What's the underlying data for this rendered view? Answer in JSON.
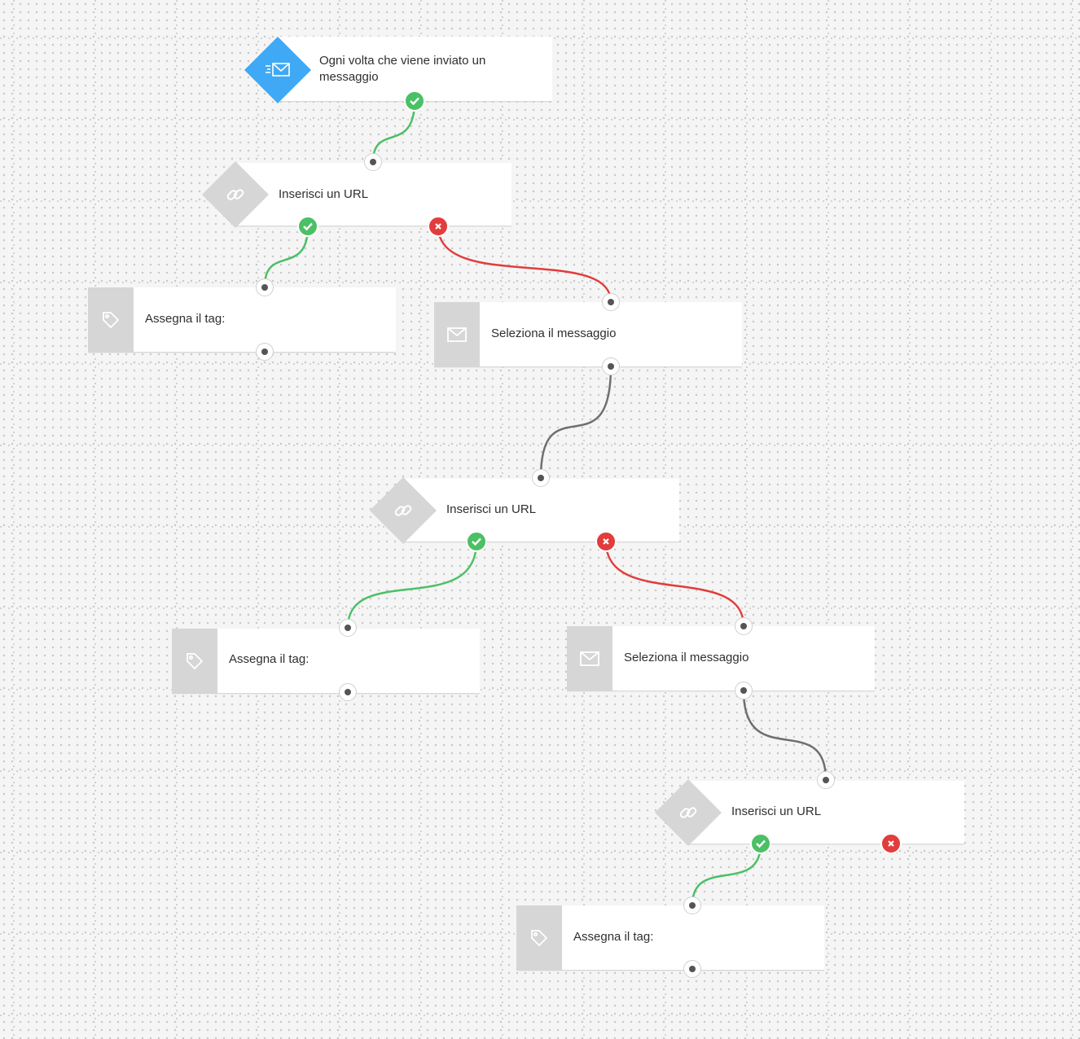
{
  "colors": {
    "trigger": "#3fa9f5",
    "action_icon_bg": "#d6d6d6",
    "success": "#4bc065",
    "failure": "#e23c3c",
    "neutral_wire": "#6f6f6f"
  },
  "nodes": {
    "trigger": {
      "label": "Ogni volta che viene inviato un messaggio",
      "icon": "send-mail-icon"
    },
    "url_1": {
      "label": "Inserisci un URL",
      "icon": "link-icon"
    },
    "tag_1": {
      "label": "Assegna il tag:",
      "icon": "tag-icon"
    },
    "message_1": {
      "label": "Seleziona il messaggio",
      "icon": "envelope-icon"
    },
    "url_2": {
      "label": "Inserisci un URL",
      "icon": "link-icon"
    },
    "tag_2": {
      "label": "Assegna il tag:",
      "icon": "tag-icon"
    },
    "message_2": {
      "label": "Seleziona il messaggio",
      "icon": "envelope-icon"
    },
    "url_3": {
      "label": "Inserisci un URL",
      "icon": "link-icon"
    },
    "tag_3": {
      "label": "Assegna il tag:",
      "icon": "tag-icon"
    }
  },
  "status_icons": {
    "success": "check-icon",
    "failure": "cross-icon"
  }
}
